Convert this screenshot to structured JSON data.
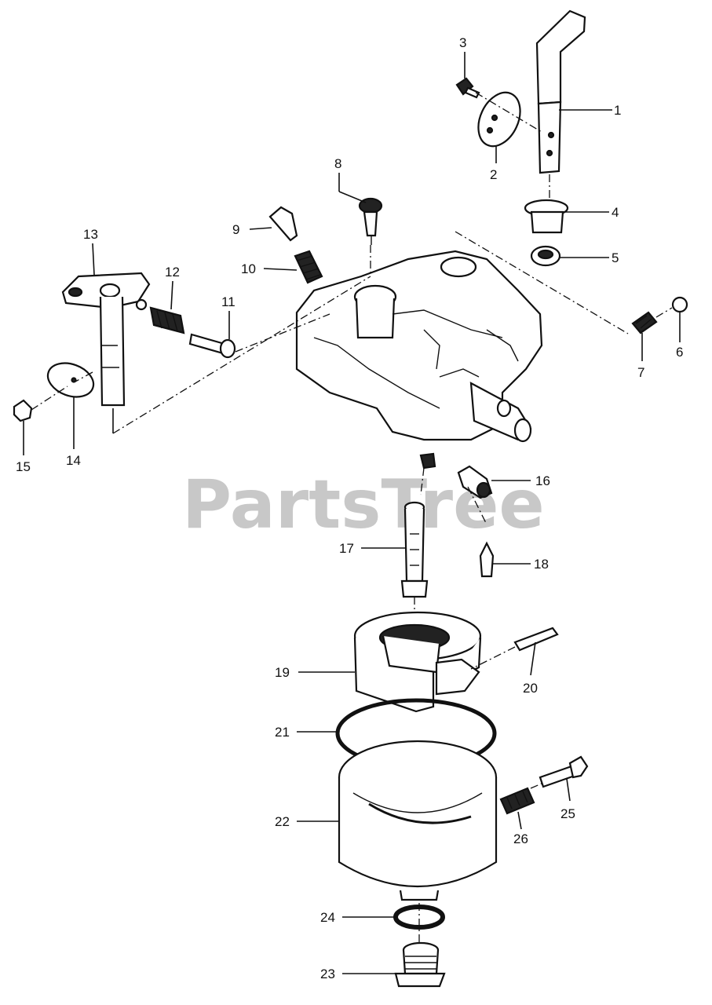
{
  "watermark": "PartsTree",
  "callouts": [
    {
      "id": "c1",
      "text": "1"
    },
    {
      "id": "c2",
      "text": "2"
    },
    {
      "id": "c3",
      "text": "3"
    },
    {
      "id": "c4",
      "text": "4"
    },
    {
      "id": "c5",
      "text": "5"
    },
    {
      "id": "c6",
      "text": "6"
    },
    {
      "id": "c7",
      "text": "7"
    },
    {
      "id": "c8",
      "text": "8"
    },
    {
      "id": "c9",
      "text": "9"
    },
    {
      "id": "c10",
      "text": "10"
    },
    {
      "id": "c11",
      "text": "11"
    },
    {
      "id": "c12",
      "text": "12"
    },
    {
      "id": "c13",
      "text": "13"
    },
    {
      "id": "c14",
      "text": "14"
    },
    {
      "id": "c15",
      "text": "15"
    },
    {
      "id": "c16",
      "text": "16"
    },
    {
      "id": "c17",
      "text": "17"
    },
    {
      "id": "c18",
      "text": "18"
    },
    {
      "id": "c19",
      "text": "19"
    },
    {
      "id": "c20",
      "text": "20"
    },
    {
      "id": "c21",
      "text": "21"
    },
    {
      "id": "c22",
      "text": "22"
    },
    {
      "id": "c23",
      "text": "23"
    },
    {
      "id": "c24",
      "text": "24"
    },
    {
      "id": "c25",
      "text": "25"
    },
    {
      "id": "c26",
      "text": "26"
    }
  ]
}
